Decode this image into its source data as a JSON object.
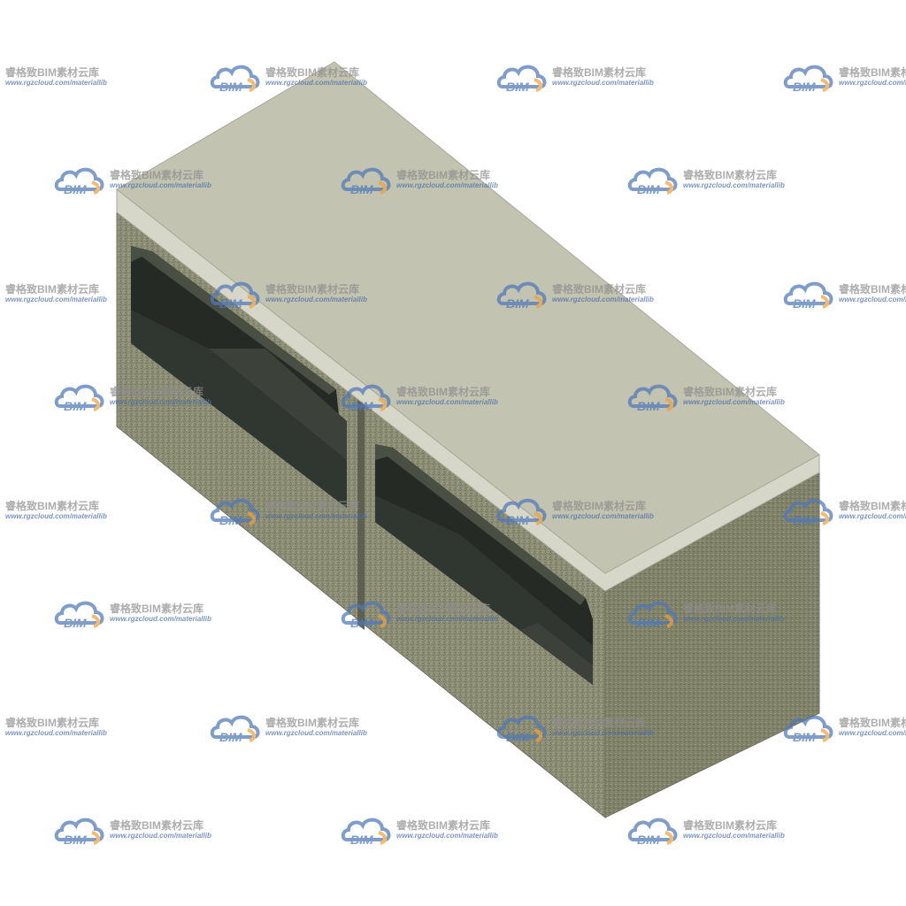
{
  "scene": {
    "subject": "hollow-concrete-block",
    "colors": {
      "background": "#ffffff",
      "top_face": "#c2c3b0",
      "top_edge": "#d6d7c8",
      "side_face": "#8e9077",
      "front_face": "#8a8c74",
      "cavity": "#262a24",
      "cavity_floor": "#303630",
      "cavity_wall": "#3d423a",
      "seam": "#5e6050"
    }
  },
  "watermark": {
    "logo_text": "BIM",
    "name": "睿格致BIM素材云库",
    "url": "www.rgzcloud.com/materiallib",
    "colors": {
      "cloud_blue": "#4f78b8",
      "cloud_orange": "#f0a13a",
      "name_gray": "#8e8e8e",
      "url_blue": "#4a6da8"
    }
  }
}
